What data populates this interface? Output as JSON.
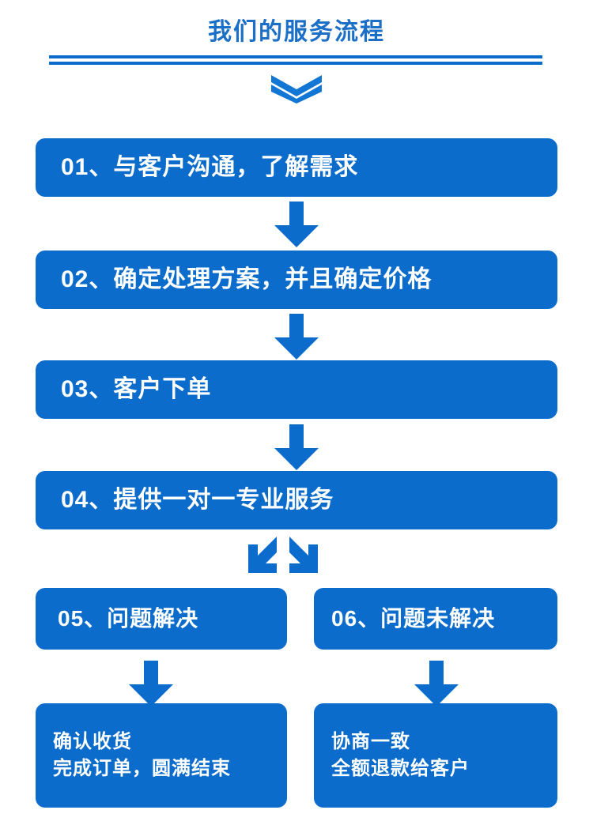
{
  "header": {
    "title": "我们的服务流程",
    "chevron_icon": "double-chevron-down-icon",
    "divider_icon": "double-rule-divider"
  },
  "theme": {
    "brand_blue": "#0B6CCB",
    "title_blue": "#1C6FC6",
    "box_text": "#FFFFFF",
    "background": "#FFFFFF"
  },
  "flow": {
    "steps": [
      {
        "id": "step-01",
        "label": "01、与客户沟通，了解需求"
      },
      {
        "id": "step-02",
        "label": "02、确定处理方案，并且确定价格"
      },
      {
        "id": "step-03",
        "label": "03、客户下单"
      },
      {
        "id": "step-04",
        "label": "04、提供一对一专业服务"
      }
    ],
    "branches": [
      {
        "id": "step-05",
        "label": "05、问题解决"
      },
      {
        "id": "step-06",
        "label": "06、问题未解决"
      }
    ],
    "results": [
      {
        "id": "result-left",
        "line1": "确认收货",
        "line2": "完成订单，圆满结束"
      },
      {
        "id": "result-right",
        "line1": "协商一致",
        "line2": "全额退款给客户"
      }
    ],
    "connectors": {
      "arrow_1_2": "arrow-down-icon",
      "arrow_2_3": "arrow-down-icon",
      "arrow_3_4": "arrow-down-icon",
      "fork_left": "arrow-down-left-icon",
      "fork_right": "arrow-down-right-icon",
      "arrow_5_result": "arrow-down-icon",
      "arrow_6_result": "arrow-down-icon"
    }
  }
}
